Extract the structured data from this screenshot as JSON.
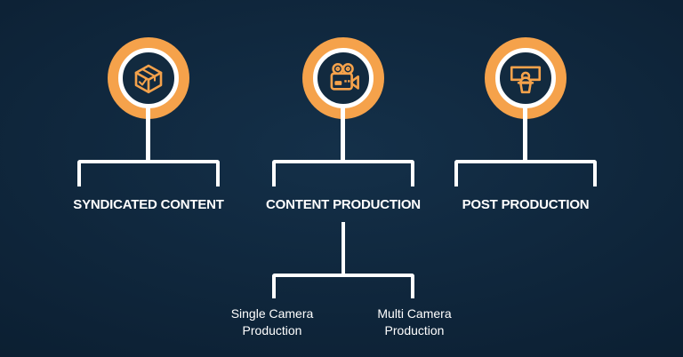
{
  "colors": {
    "background_center": "#143049",
    "background_mid": "#0d2236",
    "background_edge": "#081726",
    "accent": "#F5A24B",
    "line": "#FFFFFF",
    "node_fill": "#122A3F",
    "text": "#FFFFFF"
  },
  "branches": [
    {
      "id": "syndicated-content",
      "label": "SYNDICATED CONTENT",
      "icon": "package-box-icon"
    },
    {
      "id": "content-production",
      "label": "CONTENT PRODUCTION",
      "icon": "film-camera-icon",
      "children": [
        {
          "label": "Single Camera Production"
        },
        {
          "label": "Multi Camera Production"
        }
      ]
    },
    {
      "id": "post-production",
      "label": "POST PRODUCTION",
      "icon": "presenter-podium-icon"
    }
  ]
}
